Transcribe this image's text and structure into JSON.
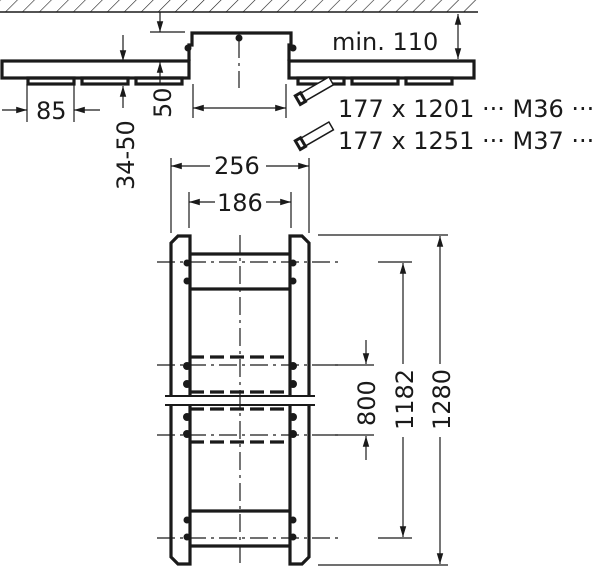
{
  "drawing": {
    "top_view": {
      "ceiling_hatch": true,
      "labels": {
        "min_clearance": "min. 110",
        "module_spacing": "85",
        "flange_thickness": "50",
        "recess_depth": "34-50"
      }
    },
    "cutout_specs": [
      {
        "icon": "saw-icon",
        "text": "177 x 1201 ··· M36 ···"
      },
      {
        "icon": "saw-icon",
        "text": "177 x 1251 ··· M37 ···"
      }
    ],
    "front_view": {
      "labels": {
        "outer_width": "256",
        "inner_width": "186",
        "mount_spacing": "800",
        "inner_length": "1182",
        "overall_length": "1280"
      }
    },
    "colors": {
      "line": "#1a1a1a",
      "background": "#ffffff"
    }
  }
}
